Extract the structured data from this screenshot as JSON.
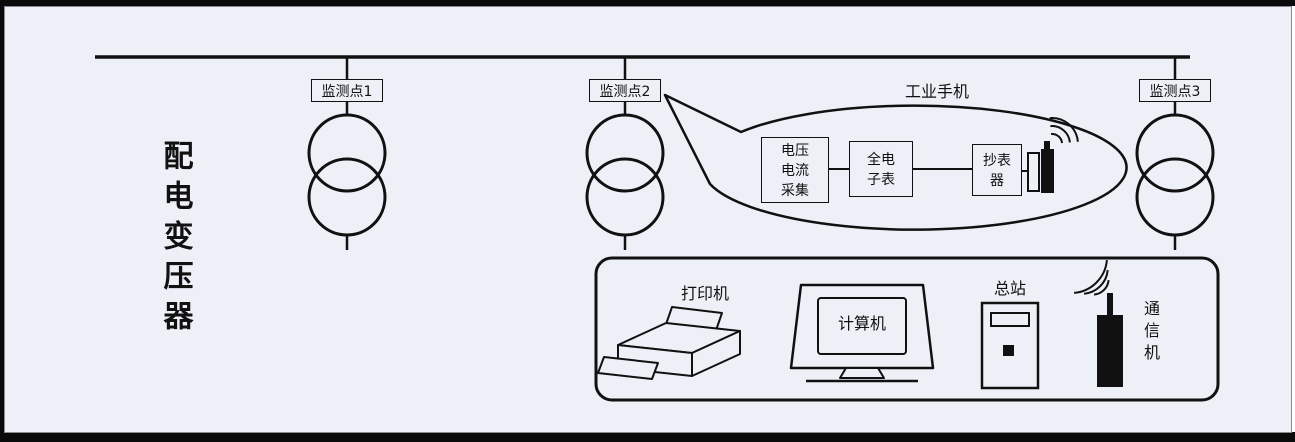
{
  "colors": {
    "background": "#eef0f7",
    "ink": "#111111"
  },
  "left_label": "配电变压器",
  "monitor_points": [
    {
      "label": "监测点1"
    },
    {
      "label": "监测点2"
    },
    {
      "label": "监测点3"
    }
  ],
  "callout": {
    "title": "工业手机",
    "box_voltage": "电压\n电流\n采集",
    "box_meter": "全电\n子表",
    "box_reader": "抄表\n器"
  },
  "station": {
    "printer": "打印机",
    "computer": "计算机",
    "master": "总站",
    "comm": "通信机"
  }
}
